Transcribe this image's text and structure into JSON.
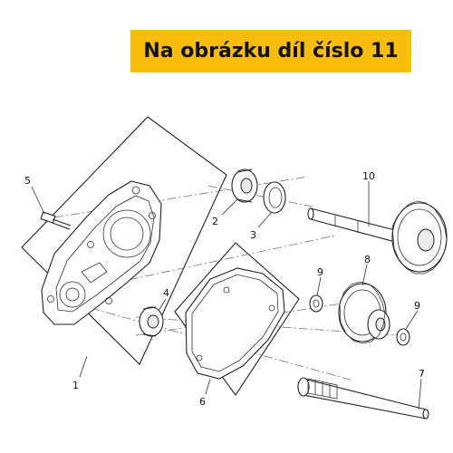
{
  "banner": {
    "text": "Na obrázku díl číslo 11",
    "color": "#f9be0b"
  },
  "callouts": {
    "c1": "1",
    "c2": "2",
    "c3": "3",
    "c4": "4",
    "c5": "5",
    "c6": "6",
    "c7": "7",
    "c8": "8",
    "c9a": "9",
    "c9b": "9",
    "c10": "10"
  }
}
